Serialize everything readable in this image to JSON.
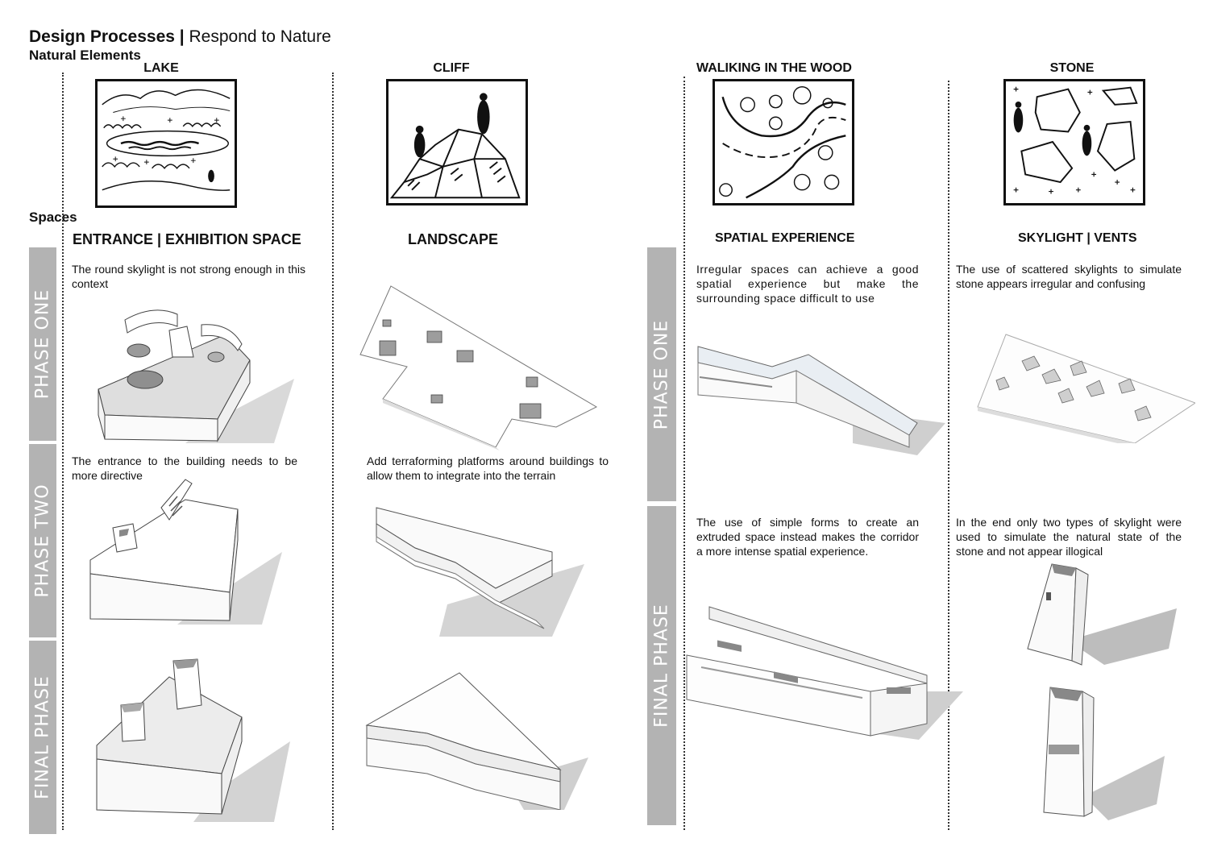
{
  "title": {
    "bold": "Design Processes | ",
    "normal": "Respond to Nature"
  },
  "labels": {
    "natural_elements": "Natural Elements",
    "spaces": "Spaces"
  },
  "elements": [
    {
      "name": "LAKE"
    },
    {
      "name": "CLIFF"
    },
    {
      "name": "WALIKING IN THE WOOD"
    },
    {
      "name": "STONE"
    }
  ],
  "spaces": [
    "ENTRANCE | EXHIBITION SPACE",
    "LANDSCAPE",
    "SPATIAL EXPERIENCE",
    "SKYLIGHT | VENTS"
  ],
  "phases": {
    "left": [
      "PHASE ONE",
      "PHASE TWO",
      "FINAL PHASE"
    ],
    "right": [
      "PHASE ONE",
      "FINAL PHASE"
    ]
  },
  "notes": {
    "entrance_one": "The round skylight is not strong enough in this context",
    "entrance_two": "The entrance to the building needs to be more directive",
    "landscape_two": "Add terraforming platforms around buildings to allow them to integrate into the terrain",
    "spatial_one": "Irregular spaces can achieve a good spatial experience but make the surrounding space difficult to use",
    "skylight_one": "The use of scattered skylights to simulate stone appears irregular and confusing",
    "spatial_final": "The use of simple forms to create an extruded space instead makes the corridor a more intense spatial experience.",
    "skylight_final": "In the end only two types of skylight were used to simulate the natural state of the stone and not appear illogical"
  },
  "colors": {
    "phase_bar": "#b3b3b3",
    "ink": "#111111",
    "shadow": "#bdbdbd"
  }
}
